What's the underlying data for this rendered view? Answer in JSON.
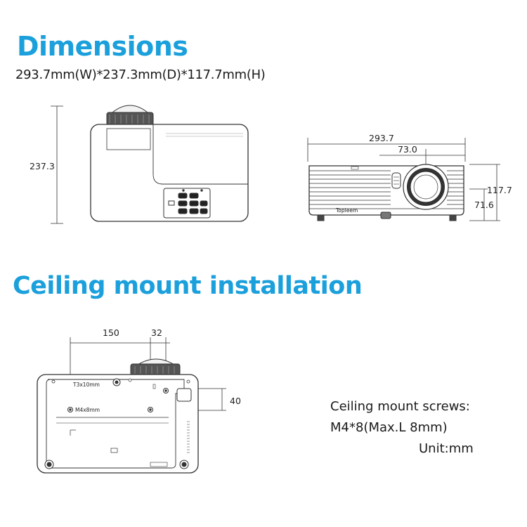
{
  "titles": {
    "dimensions": "Dimensions",
    "ceiling": "Ceiling mount installation"
  },
  "subtitle": "293.7mm(W)*237.3mm(D)*117.7mm(H)",
  "top_view": {
    "depth_label": "237.3"
  },
  "front_view": {
    "width_label": "293.7",
    "lens_offset_label": "73.0",
    "height_label": "117.7",
    "lens_height_label": "71.6",
    "brand_label": "Topleem"
  },
  "bottom_view": {
    "dim_150": "150",
    "dim_32": "32",
    "dim_40": "40",
    "screw_label_1": "T3x10mm",
    "screw_label_2": "M4x8mm"
  },
  "notes": {
    "line1": "Ceiling mount screws:",
    "line2": "M4*8(Max.L 8mm)",
    "line3": "Unit:mm"
  },
  "colors": {
    "accent": "#1ba0dc"
  }
}
